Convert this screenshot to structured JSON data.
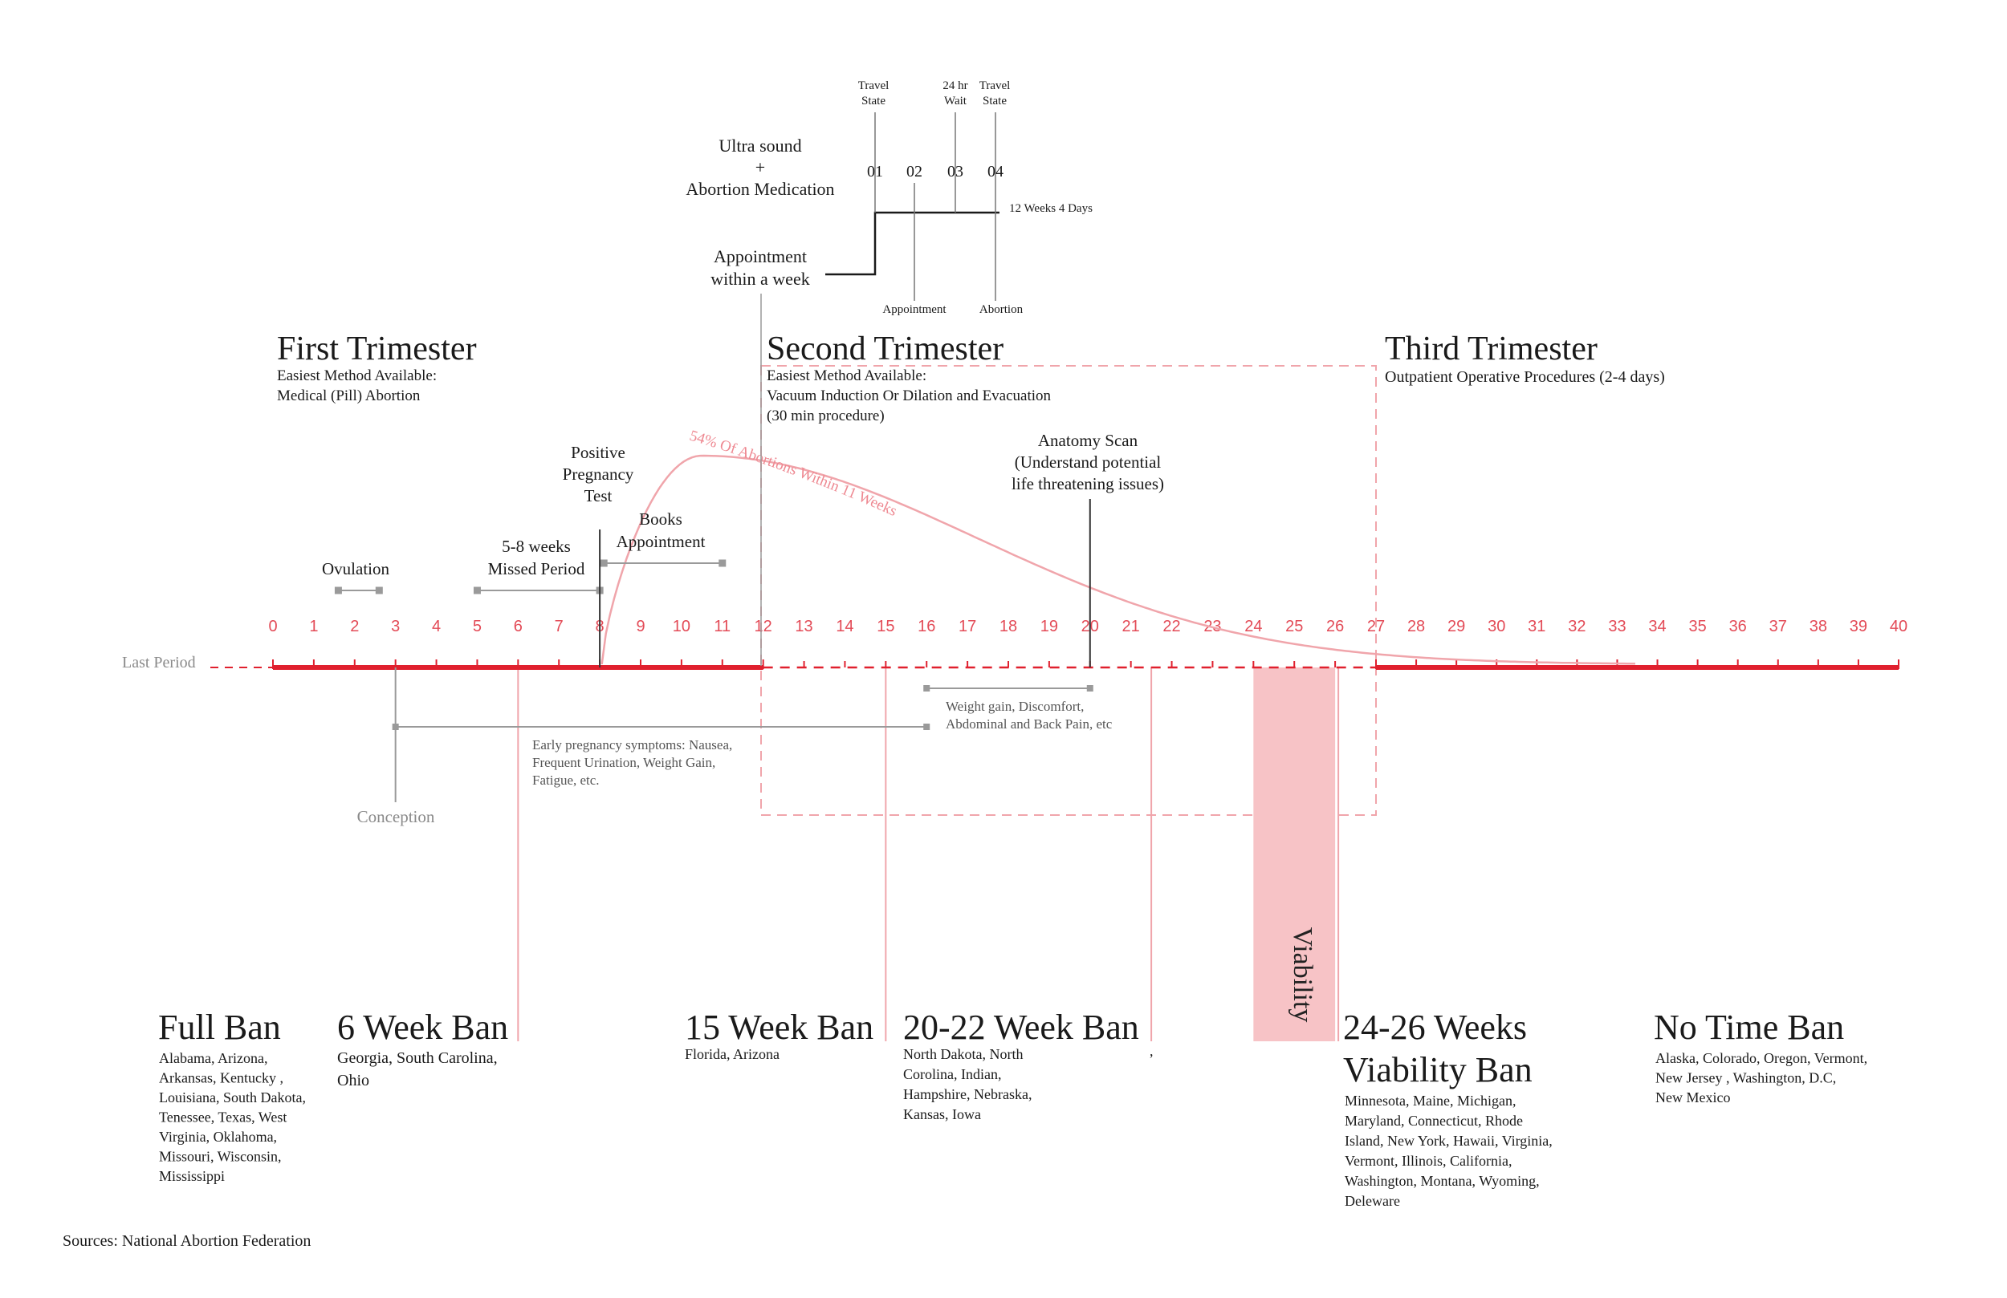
{
  "colors": {
    "red": "#e0202e",
    "pink_line": "#f0a5ab",
    "tick_red": "#e34b57",
    "viability_fill": "#f7c3c6",
    "gray_text": "#8a8a8a",
    "gray_line": "#9a9a9a",
    "black": "#1a1a1a"
  },
  "timeline": {
    "start_label": "Last Period",
    "weeks": [
      "0",
      "1",
      "2",
      "3",
      "4",
      "5",
      "6",
      "7",
      "8",
      "9",
      "10",
      "11",
      "12",
      "13",
      "14",
      "15",
      "16",
      "17",
      "18",
      "19",
      "20",
      "21",
      "22",
      "23",
      "24",
      "25",
      "26",
      "27",
      "28",
      "29",
      "30",
      "31",
      "32",
      "33",
      "34",
      "35",
      "36",
      "37",
      "38",
      "39",
      "40"
    ],
    "first_trimester_range": [
      0,
      12
    ],
    "second_trimester_range": [
      12,
      27
    ],
    "third_trimester_range": [
      27,
      40
    ]
  },
  "trimesters": {
    "first": {
      "title": "First Trimester",
      "line1": "Easiest Method Available:",
      "line2": "Medical (Pill) Abortion"
    },
    "second": {
      "title": "Second Trimester",
      "line1": "Easiest Method Available:",
      "line2": "Vacuum Induction Or Dilation and Evacuation",
      "line3": "(30 min procedure)"
    },
    "third": {
      "title": "Third Trimester",
      "line1": "Outpatient Operative Procedures (2-4 days)"
    }
  },
  "curve": {
    "label": "54% Of Abortions Within 11 Weeks",
    "peak_week": 10.5
  },
  "events": {
    "ovulation": {
      "label": "Ovulation",
      "range": [
        1.6,
        2.6
      ]
    },
    "missed_period": {
      "line1": "5-8 weeks",
      "line2": "Missed Period",
      "range": [
        5,
        8
      ]
    },
    "positive_test": {
      "line1": "Positive",
      "line2": "Pregnancy",
      "line3": "Test",
      "week": 8
    },
    "books_appointment": {
      "line1": "Books",
      "line2": "Appointment",
      "range": [
        8.1,
        11
      ]
    },
    "anatomy_scan": {
      "line1": "Anatomy Scan",
      "line2": "(Understand potential",
      "line3": "life threatening issues)",
      "week": 20
    },
    "conception": {
      "label": "Conception",
      "week": 3
    },
    "early_symptoms": {
      "line1": "Early pregnancy symptoms: Nausea,",
      "line2": "Frequent  Urination, Weight Gain,",
      "line3": "Fatigue, etc.",
      "range": [
        3,
        16
      ]
    },
    "weight_gain": {
      "line1": "Weight gain, Discomfort,",
      "line2": "Abdominal and Back Pain, etc",
      "range": [
        16,
        20
      ]
    }
  },
  "procedure": {
    "ultrasound_line1": "Ultra sound",
    "ultrasound_line2": "+",
    "ultrasound_line3": "Abortion Medication",
    "appointment_line1": "Appointment",
    "appointment_line2": "within a week",
    "steps": [
      "01",
      "02",
      "03",
      "04"
    ],
    "travel1_line1": "Travel",
    "travel1_line2": "State",
    "wait_line1": "24 hr",
    "wait_line2": "Wait",
    "travel2_line1": "Travel",
    "travel2_line2": "State",
    "duration": "12 Weeks 4 Days",
    "appointment_label": "Appointment",
    "abortion_label": "Abortion"
  },
  "viability": {
    "label": "Viability",
    "range": [
      24,
      26
    ]
  },
  "bans": {
    "full": {
      "title": "Full Ban",
      "states": [
        "Alabama, Arizona,",
        "Arkansas, Kentucky ,",
        "Louisiana,  South Dakota,",
        "Tenessee, Texas, West",
        "Virginia, Oklahoma,",
        "Missouri, Wisconsin,",
        "Mississippi"
      ]
    },
    "six_week": {
      "title": "6 Week Ban",
      "states": [
        "Georgia, South Carolina,",
        "Ohio"
      ],
      "week": 6
    },
    "fifteen_week": {
      "title": "15 Week Ban",
      "states": [
        "Florida, Arizona"
      ],
      "week": 15
    },
    "twenty_week": {
      "title": "20-22 Week Ban",
      "states": [
        "North Dakota, North",
        "Corolina, Indian,",
        "Hampshire, Nebraska,",
        "Kansas, Iowa"
      ],
      "stray_mark": ",",
      "week": 21.5
    },
    "viability_ban": {
      "title_line1": "24-26 Weeks",
      "title_line2": "Viability Ban",
      "states": [
        "Minnesota, Maine, Michigan,",
        "Maryland, Connecticut, Rhode",
        "Island, New York, Hawaii, Virginia,",
        "Vermont, Illinois, California,",
        "Washington, Montana, Wyoming,",
        "Deleware"
      ],
      "week": 26
    },
    "none": {
      "title": "No Time Ban",
      "states": [
        "Alaska, Colorado, Oregon, Vermont,",
        "New Jersey , Washington, D.C,",
        "New Mexico"
      ]
    }
  },
  "sources": "Sources: National Abortion Federation"
}
